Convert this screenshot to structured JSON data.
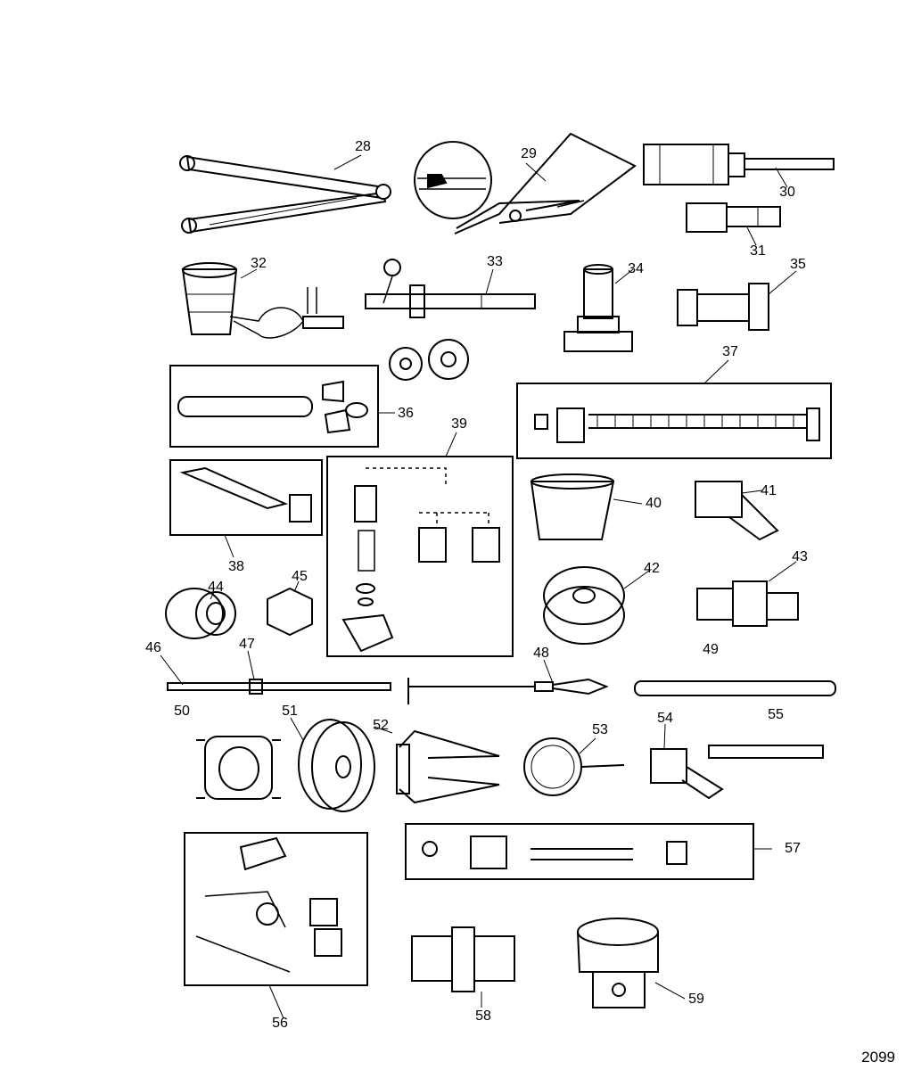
{
  "figure_number": "2099",
  "callouts": {
    "c28": "28",
    "c29": "29",
    "c30": "30",
    "c31": "31",
    "c32": "32",
    "c33": "33",
    "c34": "34",
    "c35": "35",
    "c36": "36",
    "c37": "37",
    "c38": "38",
    "c39": "39",
    "c40": "40",
    "c41": "41",
    "c42": "42",
    "c43": "43",
    "c44": "44",
    "c45": "45",
    "c46": "46",
    "c47": "47",
    "c48": "48",
    "c49": "49",
    "c50": "50",
    "c51": "51",
    "c52": "52",
    "c53": "53",
    "c54": "54",
    "c55": "55",
    "c56": "56",
    "c57": "57",
    "c58": "58",
    "c59": "59"
  },
  "colors": {
    "ink": "#000000",
    "paper": "#ffffff",
    "shade": "#cfcfcf"
  }
}
